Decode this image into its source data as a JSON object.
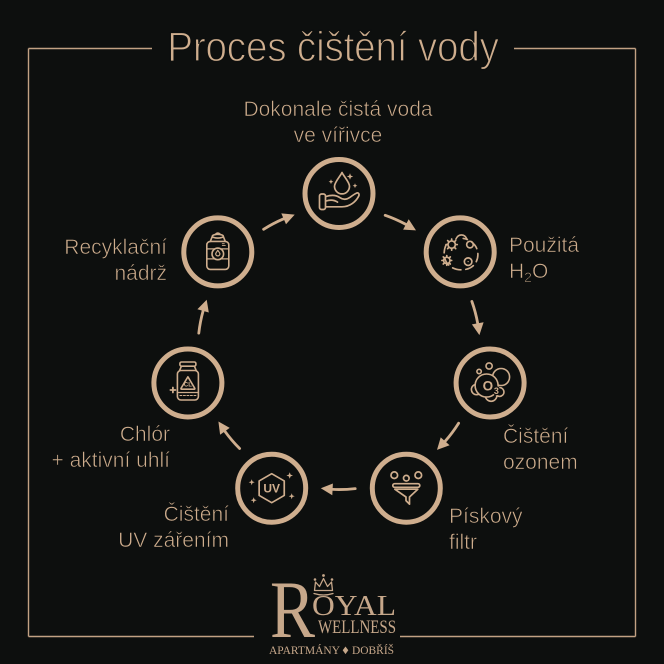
{
  "colors": {
    "background": "#0d0f0e",
    "accent": "#cfae8e",
    "frame": "#c2a183"
  },
  "title": "Proces čištění vody",
  "process": {
    "direction": "clockwise",
    "nodes": [
      {
        "name": "perfectly-clean-water",
        "icon": "hand-water-drop-icon",
        "line1": "Dokonale čistá voda",
        "line2": "ve vířivce"
      },
      {
        "name": "used-water",
        "icon": "water-microbes-icon",
        "line1": "Použitá",
        "line2_pre": "H",
        "line2_sub": "2",
        "line2_post": "O"
      },
      {
        "name": "ozone-cleaning",
        "icon": "ozone-foam-icon",
        "line1": "Čištění",
        "line2": "ozonem",
        "icon_text_pre": "O",
        "icon_text_sub": "3"
      },
      {
        "name": "sand-filter",
        "icon": "funnel-icon",
        "line1": "Pískový",
        "line2": "filtr"
      },
      {
        "name": "uv-cleaning",
        "icon": "uv-hexagon-icon",
        "line1": "Čištění",
        "line2": "UV zářením",
        "icon_text": "UV"
      },
      {
        "name": "chlorine-active-carbon",
        "icon": "chlorine-jar-icon",
        "line1": "Chlór",
        "line2": "+ aktivní uhlí",
        "icon_text": "CL"
      },
      {
        "name": "recycling-tank",
        "icon": "recycle-tank-icon",
        "line1": "Recyklační",
        "line2": "nádrž"
      }
    ]
  },
  "logo": {
    "brand_initial": "R",
    "brand_rest": "OYAL",
    "brand_word2": "WELLNESS",
    "tagline_left": "APARTMÁNY",
    "tagline_right": "DOBŘÍŠ"
  }
}
